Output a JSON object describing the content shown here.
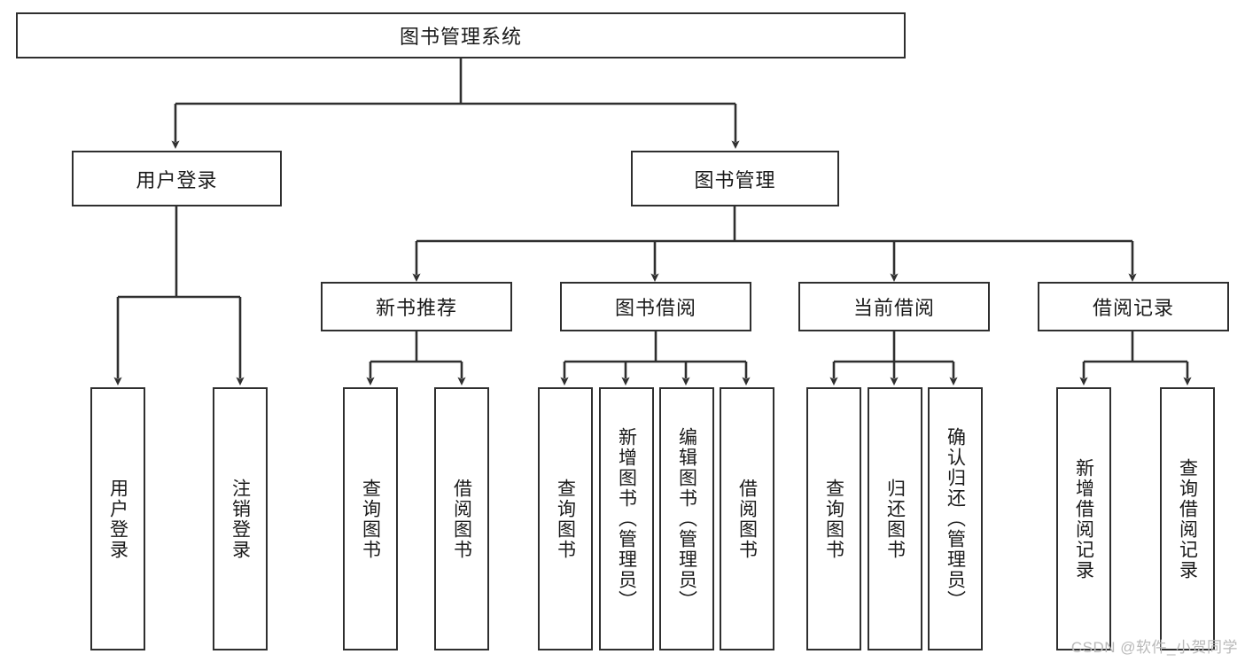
{
  "diagram": {
    "title": "图书管理系统",
    "type": "hierarchy-tree",
    "root": {
      "label": "图书管理系统"
    },
    "level2": [
      {
        "label": "用户登录"
      },
      {
        "label": "图书管理"
      }
    ],
    "level3": [
      {
        "label": "新书推荐"
      },
      {
        "label": "图书借阅"
      },
      {
        "label": "当前借阅"
      },
      {
        "label": "借阅记录"
      }
    ],
    "leaves": {
      "user_login": [
        {
          "label": "用户登录"
        },
        {
          "label": "注销登录"
        }
      ],
      "new_book_recommend": [
        {
          "label": "查询图书"
        },
        {
          "label": "借阅图书"
        }
      ],
      "book_borrow": [
        {
          "label": "查询图书"
        },
        {
          "label": "新增图书（管理员）"
        },
        {
          "label": "编辑图书（管理员）"
        },
        {
          "label": "借阅图书"
        }
      ],
      "current_borrow": [
        {
          "label": "查询图书"
        },
        {
          "label": "归还图书"
        },
        {
          "label": "确认归还（管理员）"
        }
      ],
      "borrow_record": [
        {
          "label": "新增借阅记录"
        },
        {
          "label": "查询借阅记录"
        }
      ]
    }
  },
  "watermark": {
    "text": "CSDN @软件_小贺同学"
  },
  "colors": {
    "stroke": "#2f2f2f",
    "background": "#ffffff",
    "text": "#1a1a1a",
    "watermark": "#b9b9b9"
  }
}
